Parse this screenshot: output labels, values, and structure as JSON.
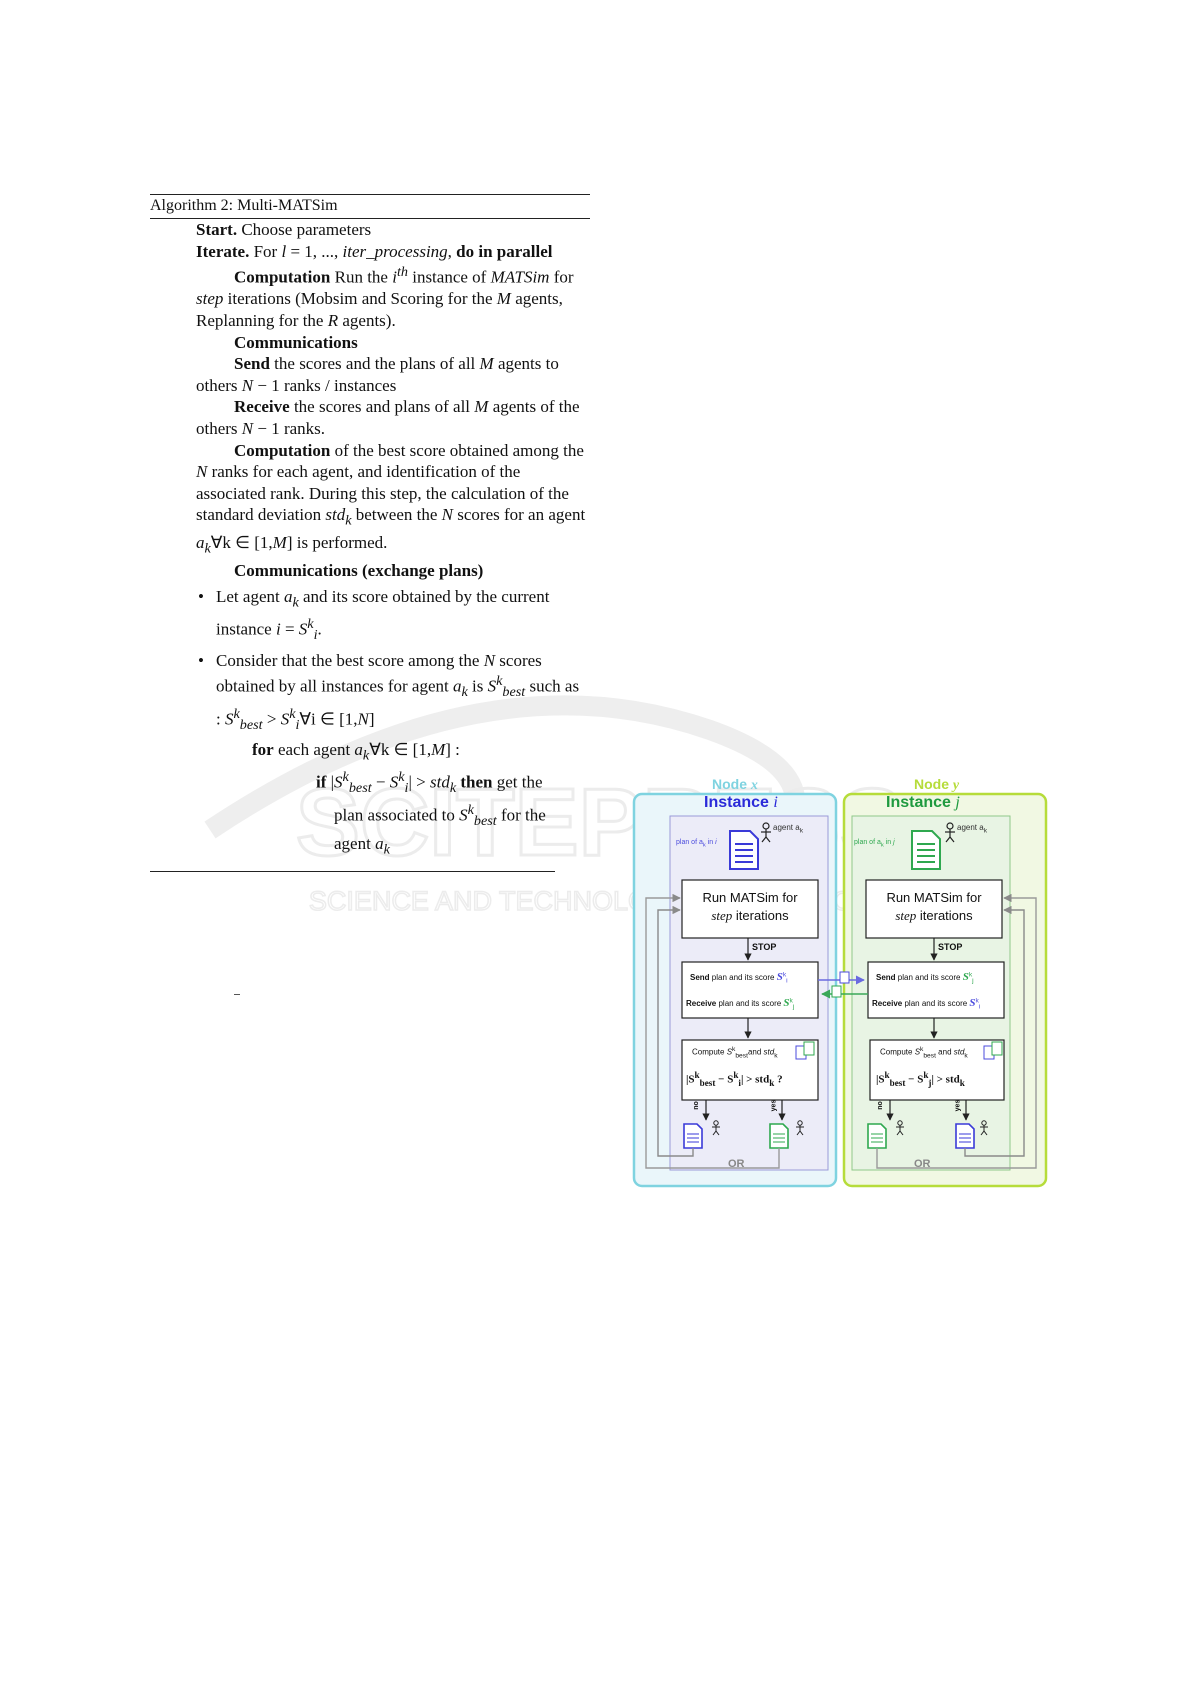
{
  "watermark": {
    "text_main": "SCITEPRESS",
    "text_sub": "SCIENCE AND TECHNOLOGY PUBLICATIONS"
  },
  "algorithm": {
    "title": "Algorithm 2: Multi-MATSim",
    "start": {
      "label": "Start.",
      "text": " Choose parameters"
    },
    "iterate": {
      "label": "Iterate.",
      "pre": " For ",
      "var": "l",
      "mid": " = 1, ..., ",
      "var2": "iter_processing",
      "post": ", ",
      "bold_tail": "do in parallel"
    },
    "computation1": {
      "label": "Computation",
      "t1": " Run the ",
      "sup_base": "i",
      "sup": "th",
      "t2": " instance of ",
      "matsim": "MATSim",
      "t3": " for ",
      "step": "step",
      "t4": " iterations (Mobsim and Scoring for the ",
      "M": "M",
      "t5": " agents, Replanning for the ",
      "R": "R",
      "t6": " agents)."
    },
    "communications": {
      "label": "Communications"
    },
    "send": {
      "label": "Send",
      "t1": " the scores and the plans of all ",
      "M": "M",
      "t2": " agents to others ",
      "N": "N",
      "t3": " − 1 ranks / instances"
    },
    "receive": {
      "label": "Receive",
      "t1": " the scores and plans of all ",
      "M": "M",
      "t2": " agents of the others ",
      "N": "N",
      "t3": " − 1 ranks."
    },
    "computation2": {
      "label": "Computation",
      "t1": " of the best score obtained among the ",
      "N": "N",
      "t2": " ranks for each agent, and identification of the associated rank. During this step, the calculation of the standard deviation ",
      "std": "std",
      "std_sub": "k",
      "t3": " between the ",
      "N2": "N",
      "t4": " scores for an agent ",
      "a": "a",
      "a_sub": "k",
      "t5": "∀k ∈ [1,",
      "M": "M",
      "t6": "] is performed."
    },
    "communications_exchange": {
      "label": "Communications (exchange plans)"
    },
    "bullet1": {
      "t1": "Let agent ",
      "a": "a",
      "a_sub": "k",
      "t2": " and its score obtained by the current instance ",
      "i": "i",
      "t3": " = ",
      "S": "S",
      "S_sup": "k",
      "S_sub": "i",
      "t4": "."
    },
    "bullet2": {
      "t1": "Consider that the best score among the ",
      "N": "N",
      "t2": " scores obtained by all instances for agent ",
      "a": "a",
      "a_sub": "k",
      "t3": " is ",
      "S": "S",
      "S_sup": "k",
      "S_sub": "best",
      "t4": " such as : ",
      "S2": "S",
      "S2_sup": "k",
      "S2_sub": "best",
      "t5": " > ",
      "S3": "S",
      "S3_sup": "k",
      "S3_sub": "i",
      "t6": "∀i ∈ [1,",
      "N2": "N",
      "t7": "]"
    },
    "for_line": {
      "label": "for",
      "t1": " each agent ",
      "a": "a",
      "a_sub": "k",
      "t2": "∀k ∈ [1,",
      "M": "M",
      "t3": "] :"
    },
    "if_line": {
      "label": "if",
      "t1": " |",
      "S": "S",
      "S_sup": "k",
      "S_sub": "best",
      "t2": " − ",
      "S2": "S",
      "S2_sup": "k",
      "S2_sub": "i",
      "t3": "| > ",
      "std": "std",
      "std_sub": "k",
      "then": " then",
      "t4": " get the"
    },
    "if_cont1": {
      "t1": "plan associated to ",
      "S": "S",
      "S_sup": "k",
      "S_sub": "best",
      "t2": " for the"
    },
    "if_cont2": {
      "t1": "agent ",
      "a": "a",
      "a_sub": "k"
    }
  },
  "diagram": {
    "colors": {
      "node_x_border": "#7fd3e0",
      "node_x_fill": "#eaf6fa",
      "node_y_border": "#b6dc3a",
      "node_y_fill": "#f1f8e3",
      "instance_i": "#2b2bd9",
      "instance_j": "#1f9a3f",
      "plan_blue": "#4b4bdd",
      "plan_green": "#2fa84f",
      "arrow_gray": "#8a8a8a"
    },
    "left": {
      "node_label": "Node",
      "node_var": "x",
      "instance_label": "Instance",
      "instance_var": "i",
      "plan_label": "plan of a",
      "plan_sub": "k",
      "plan_in": " in ",
      "plan_var": "i",
      "agent_label": "agent a",
      "agent_sub": "k",
      "run_line1": "Run MATSim for",
      "run_line2_var": "step",
      "run_line2": " iterations",
      "stop": "STOP",
      "send_b": "Send",
      "send_t": " plan and its score ",
      "send_S": "S",
      "send_sup": "k",
      "send_sub": "i",
      "recv_b": "Receive",
      "recv_t": " plan and its score ",
      "recv_S": "S",
      "recv_sup": "k",
      "recv_sub": "j",
      "compute_t": "Compute ",
      "compute_S": "S",
      "compute_sup": "k",
      "compute_sub": "best",
      "compute_and": "and ",
      "compute_std": "std",
      "compute_std_sub": "k",
      "cond": "|S",
      "cond_sup": "k",
      "cond_sub": "best",
      "cond_mid": " − S",
      "cond_sup2": "k",
      "cond_sub2": "i",
      "cond_end": "| > std",
      "cond_std_sub": "k",
      "cond_q": " ?",
      "no": "no",
      "yes": "yes",
      "or": "OR"
    },
    "right": {
      "node_label": "Node",
      "node_var": "y",
      "instance_label": "Instance",
      "instance_var": "j",
      "plan_label": "plan of a",
      "plan_sub": "k",
      "plan_in": " in ",
      "plan_var": "j",
      "agent_label": "agent a",
      "agent_sub": "k",
      "run_line1": "Run MATSim for",
      "run_line2_var": "step",
      "run_line2": " iterations",
      "stop": "STOP",
      "send_b": "Send",
      "send_t": " plan and its score ",
      "send_S": "S",
      "send_sup": "k",
      "send_sub": "j",
      "recv_b": "Receive",
      "recv_t": " plan and its score ",
      "recv_S": "S",
      "recv_sup": "k",
      "recv_sub": "i",
      "compute_t": "Compute ",
      "compute_S": "S",
      "compute_sup": "k",
      "compute_sub": "best",
      "compute_and": " and ",
      "compute_std": "std",
      "compute_std_sub": "k",
      "cond": "|S",
      "cond_sup": "k",
      "cond_sub": "best",
      "cond_mid": " − S",
      "cond_sup2": "k",
      "cond_sub2": "j",
      "cond_end": "| > std",
      "cond_std_sub": "k",
      "no": "no",
      "yes": "yes",
      "or": "OR"
    }
  }
}
